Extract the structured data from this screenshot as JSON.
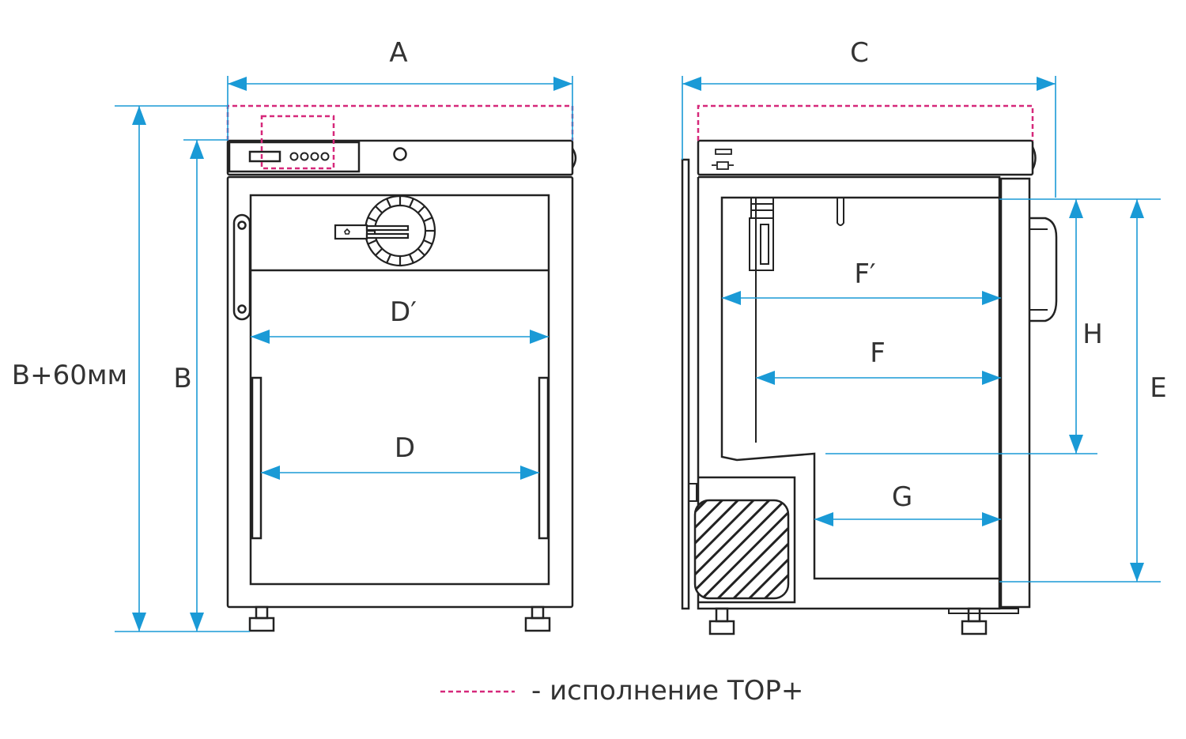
{
  "labels": {
    "A": "A",
    "B": "B",
    "B60": "B+60мм",
    "C": "C",
    "D": "D",
    "Dp": "D′",
    "E": "E",
    "F": "F",
    "Fp": "F′",
    "G": "G",
    "H": "H"
  },
  "legend": {
    "text": "- исполнение TOP+"
  },
  "colors": {
    "outline": "#222222",
    "dimension": "#1a9ad6",
    "top_plus": "#d6287a",
    "hatch": "#222222"
  }
}
